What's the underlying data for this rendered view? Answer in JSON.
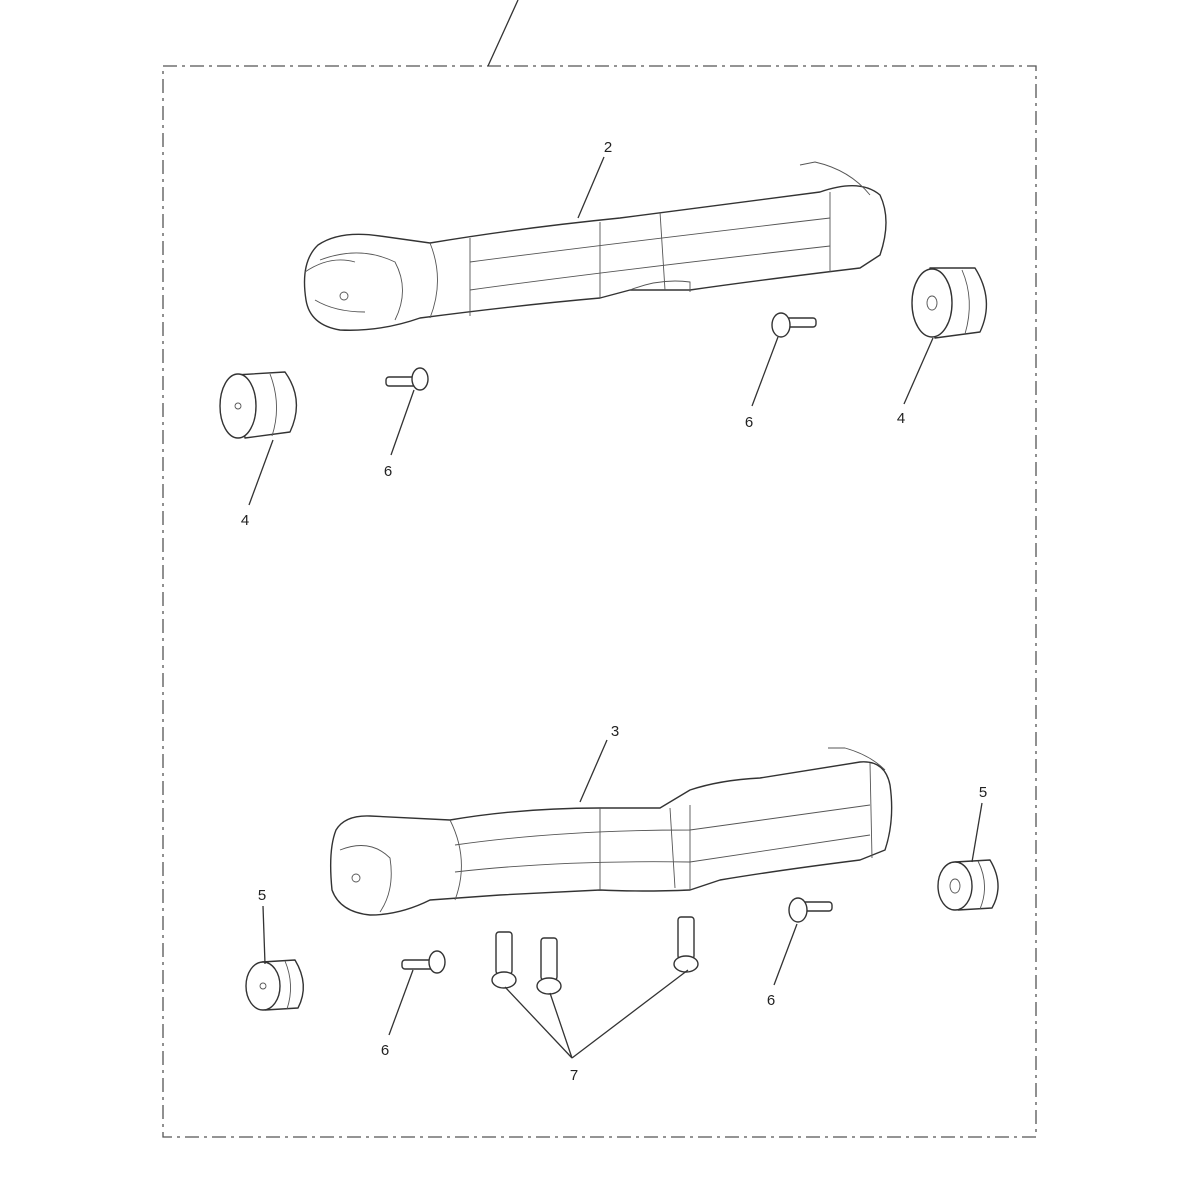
{
  "diagram": {
    "callouts": {
      "grip_upper": "2",
      "grip_lower": "3",
      "end_weight_left_upper": "4",
      "end_weight_right_upper": "4",
      "end_weight_left_lower": "5",
      "end_weight_right_lower": "5",
      "screw_upper_left": "6",
      "screw_upper_right": "6",
      "screw_lower_left": "6",
      "screw_lower_right": "6",
      "bolts_lower": "7"
    },
    "line_color": "#333333",
    "background": "#ffffff"
  }
}
